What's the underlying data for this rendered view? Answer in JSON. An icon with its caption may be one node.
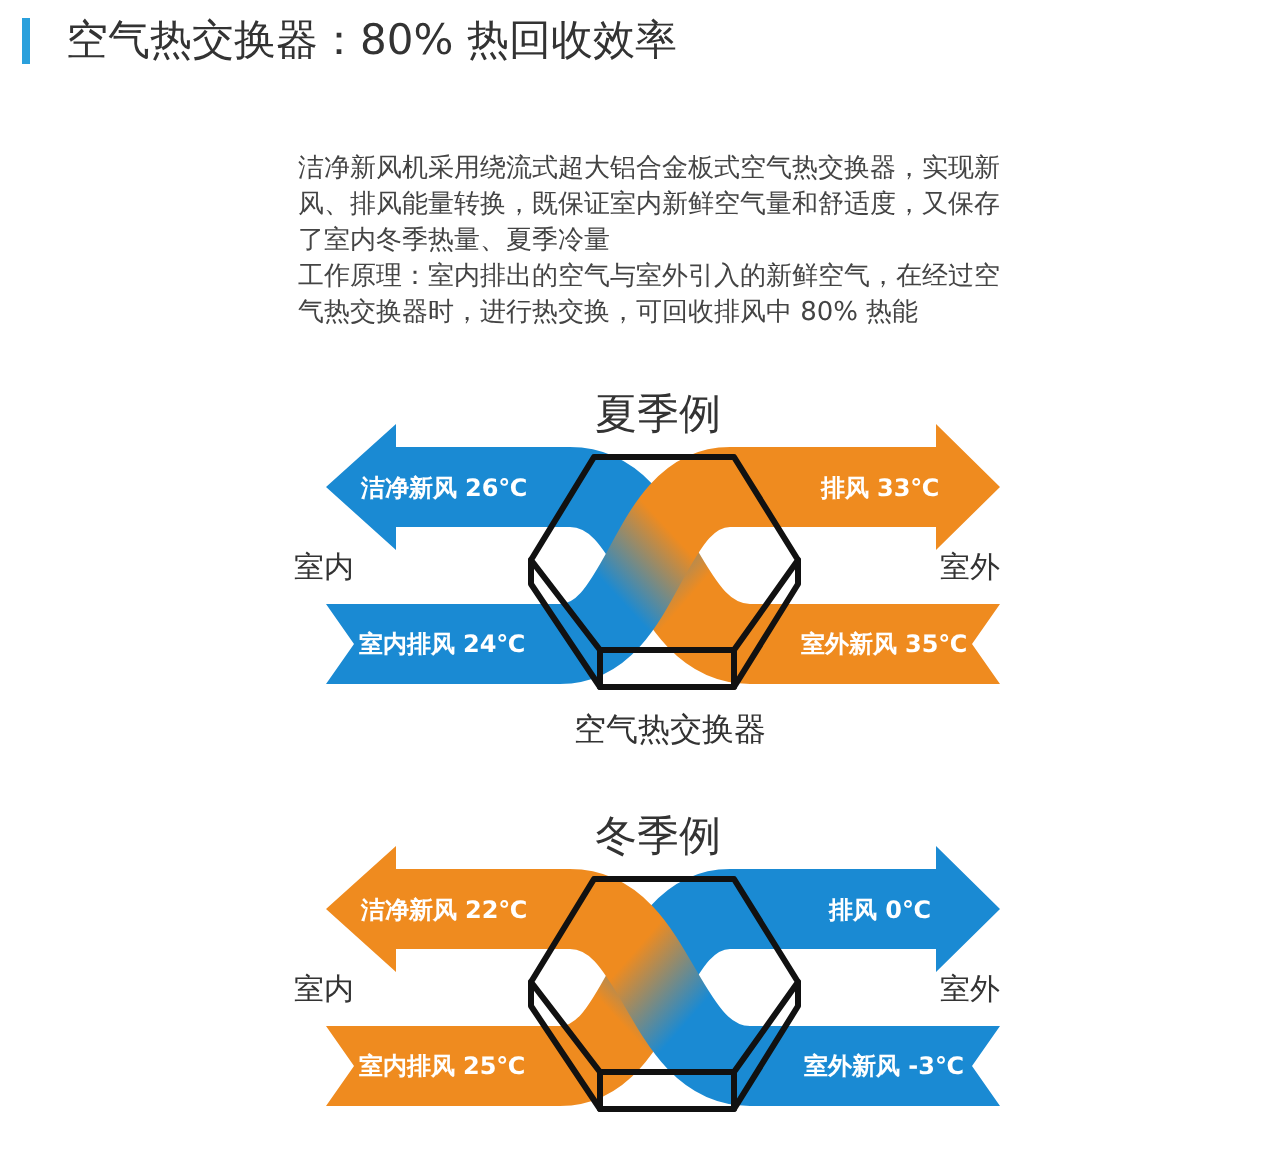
{
  "diagram": {
    "title": "空气热交换器：80% 热回收效率",
    "nodes": [
      {
        "text": [
          "洁净新风 26℃"
        ]
      },
      {
        "text": [
          "排风 33℃"
        ]
      },
      {
        "text": [
          "室内排风 24℃"
        ]
      },
      {
        "text": [
          "室外新风 35℃"
        ]
      },
      {
        "text": [
          "洁净新风 22℃"
        ]
      },
      {
        "text": [
          "排风 0℃"
        ]
      },
      {
        "text": [
          "室内排风 25℃"
        ]
      },
      {
        "text": [
          "室外新风 -3℃"
        ]
      }
    ],
    "edges": [
      {
        "from": 3,
        "to": 0,
        "arrow": "none"
      },
      {
        "from": 2,
        "to": 1,
        "arrow": "none"
      },
      {
        "from": 6,
        "to": 5,
        "arrow": "none"
      },
      {
        "from": 7,
        "to": 4,
        "arrow": "none"
      }
    ],
    "labels": [
      "洁净新风机采用绕流式超大铝合金板式空气热交换器，实现新风、排风能量转换，既保证室内新鲜空气量和舒适度，又保存了室内冬季热量、夏季冷量",
      "工作原理：室内排出的空气与室外引入的新鲜空气，在经过空气热交换器时，进行热交换，可回收排风中 80% 热能",
      "夏季例",
      "室内",
      "室外",
      "空气热交换器",
      "冬季例",
      "室内",
      "室外"
    ]
  }
}
